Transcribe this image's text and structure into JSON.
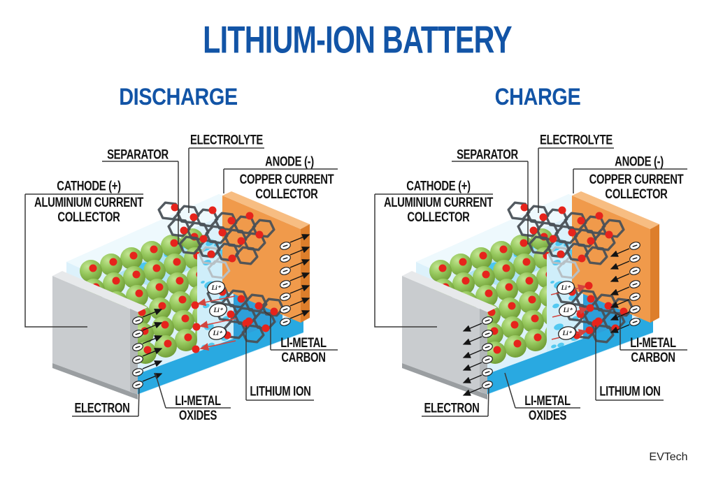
{
  "page": {
    "title": "LITHIUM-ION BATTERY",
    "watermark": "EVTech",
    "background": "#ffffff"
  },
  "colors": {
    "title_blue": "#1254a6",
    "label_black": "#131313",
    "leader_line": "#3a3a3a",
    "box_pale": "#dcf1fb",
    "box_sheen": "#f2fbfe",
    "strip_blue": "#aee3f5",
    "band_pale": "#cfeefa",
    "bubble_blue": "#45c4f0",
    "mid_blue": "#2f9fd9",
    "bottom_blue": "#29a9e1",
    "slab_gray": "#c9cccf",
    "slab_gray_top": "#e7e9eb",
    "slab_gray_edge": "#b2b6b9",
    "slab_gray_shadow": "#9a9ea1",
    "orange_face": "#f09a4b",
    "orange_top": "#f7bd82",
    "orange_edge": "#dd7e2b",
    "green_hi": "#c3e593",
    "green_mid": "#97c95f",
    "green_dark": "#6f9c35",
    "red_dot": "#e6241c",
    "hex_dark": "#4a5157",
    "hex_light": "#b7c0c5",
    "arrow_black": "#141414",
    "arrow_red": "#d2453f",
    "white": "#ffffff"
  },
  "diagram_labels": {
    "electrolyte": "ELECTROLYTE",
    "separator": "SEPARATOR",
    "anode": "ANODE (-)",
    "copper_collector": "COPPER CURRENT COLLECTOR",
    "cathode": "CATHODE (+)",
    "aluminium_collector": "ALUMINIUM CURRENT COLLECTOR",
    "electron": "ELECTRON",
    "li_metal_oxides": "LI-METAL OXIDES",
    "lithium_ion": "LITHIUM ION",
    "li_metal_carbon": "LI-METAL CARBON",
    "li_ion_symbol": "Li⁺",
    "electron_symbol": "−"
  },
  "sections": [
    {
      "id": "discharge",
      "heading": "DISCHARGE",
      "li_ion_direction": "left",
      "electron_direction": "up-right"
    },
    {
      "id": "charge",
      "heading": "CHARGE",
      "li_ion_direction": "right",
      "electron_direction": "down-left"
    }
  ]
}
